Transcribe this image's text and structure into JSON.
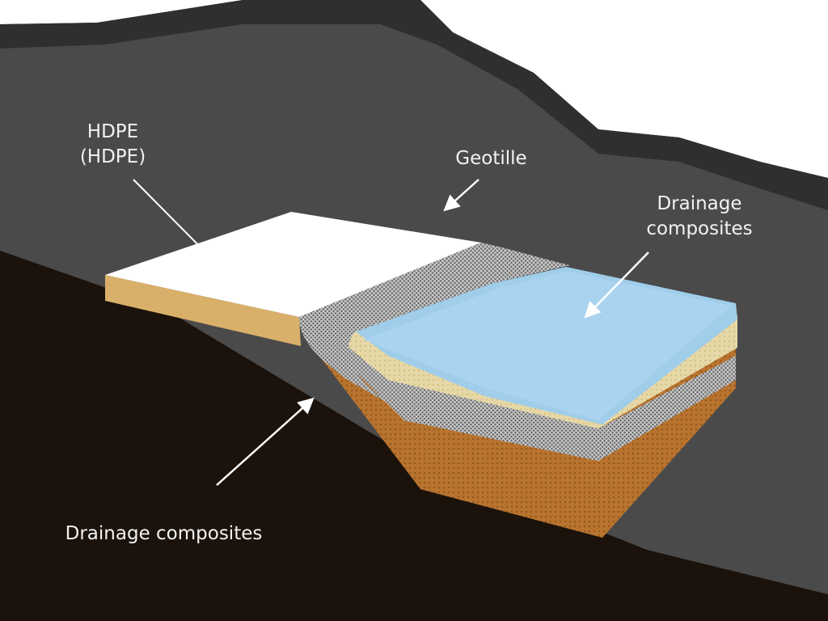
{
  "labels": {
    "hdpe_line1": "HDPE",
    "hdpe_line2": "(HDPE)",
    "geotille": "Geotille",
    "drainage_right": "Drainage composites",
    "drainage_bottom": "Drainage composites"
  },
  "colors": {
    "background": "#ffffff",
    "slope": "#4a4a4a",
    "ridge": "#2e2e2e",
    "ground": "#1b120b",
    "hdpe": "#ffffff",
    "hdpe_edge": "#d9b06a",
    "drainage": "#9fcdea",
    "sand": "#e8dcae",
    "soil": "#b8742f",
    "geotextile": "#8a8a8a"
  }
}
